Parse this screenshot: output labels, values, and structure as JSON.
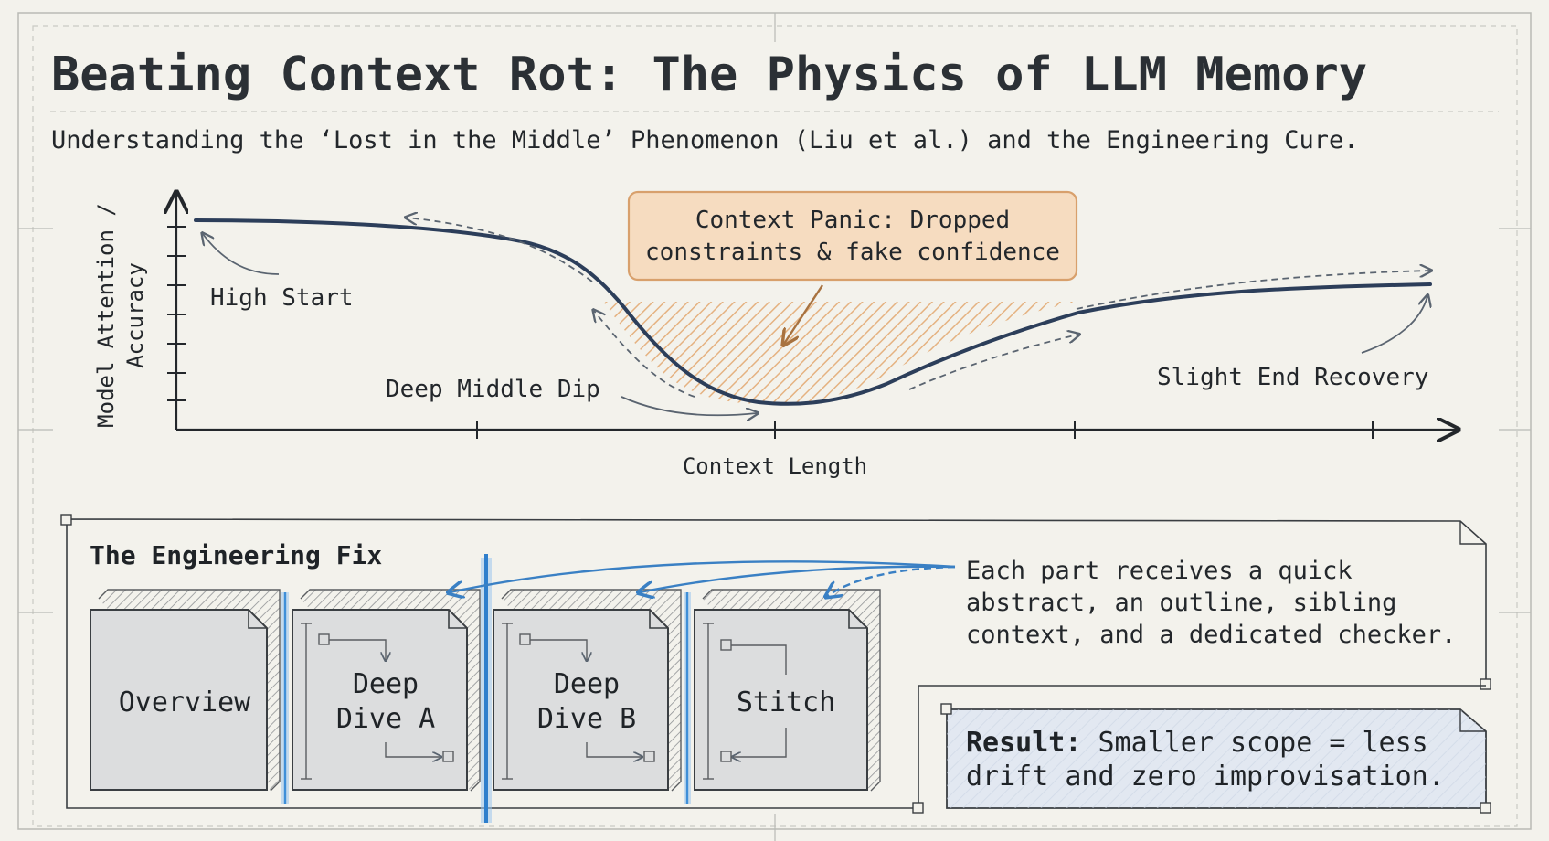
{
  "title": "Beating Context Rot: The Physics of LLM Memory",
  "subtitle": "Understanding the ‘Lost in the Middle’ Phenomenon (Liu et al.) and the Engineering Cure.",
  "chart": {
    "y_axis_label_line1": "Model Attention /",
    "y_axis_label_line2": "Accuracy",
    "x_axis_label": "Context Length",
    "annotations": {
      "high_start": "High Start",
      "deep_middle_dip": "Deep Middle Dip",
      "slight_end_recovery": "Slight End Recovery"
    },
    "callout_line1": "Context Panic: Dropped",
    "callout_line2": "constraints & fake confidence",
    "colors": {
      "curve": "#2c3e5a",
      "callout_fill": "#f6dcc0",
      "callout_border": "#d8a06c",
      "hatch": "#e2a76e"
    }
  },
  "fix": {
    "heading": "The Engineering Fix",
    "boxes": [
      {
        "line1": "Overview",
        "line2": ""
      },
      {
        "line1": "Deep",
        "line2": "Dive A"
      },
      {
        "line1": "Deep",
        "line2": "Dive B"
      },
      {
        "line1": "Stitch",
        "line2": ""
      }
    ],
    "note_line1": "Each part receives a quick",
    "note_line2": "abstract, an outline, sibling",
    "note_line3": "context, and a dedicated checker.",
    "result_bold": "Result:",
    "result_line1_rest": " Smaller scope = less",
    "result_line2": "drift and zero improvisation.",
    "colors": {
      "box_fill": "#dcddde",
      "divider_blue": "#3f8fd8",
      "arrow_blue": "#3a80c4",
      "result_fill": "#e2e8f1"
    }
  }
}
